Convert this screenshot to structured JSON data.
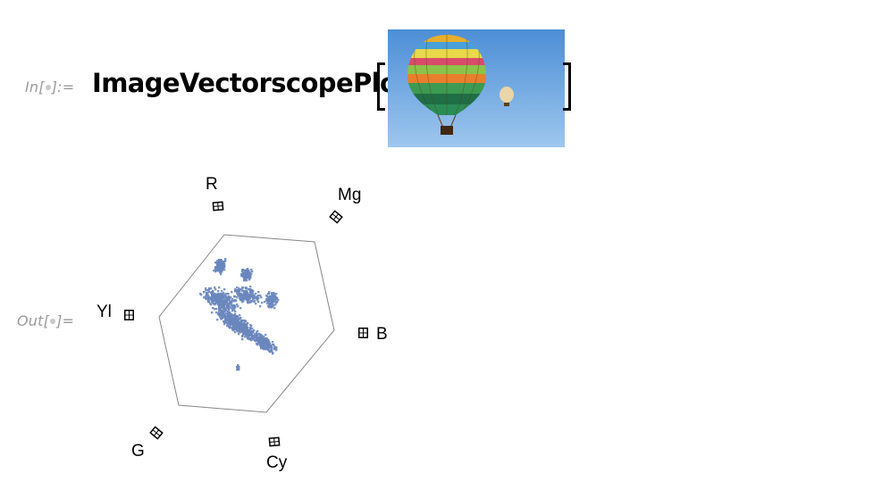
{
  "input": {
    "label_prefix": "In[",
    "label_suffix": "]:=",
    "function_name": "ImageVectorscopePlot",
    "image_subject": "hot-air-balloons-photo"
  },
  "output": {
    "label_prefix": "Out[",
    "label_suffix": "]=",
    "plot": {
      "axis_labels": [
        "R",
        "Mg",
        "B",
        "Cy",
        "G",
        "Yl"
      ],
      "boundary_color": "#888888",
      "point_color": "#6a86bd",
      "marker_icon": "grid-square-icon"
    }
  }
}
